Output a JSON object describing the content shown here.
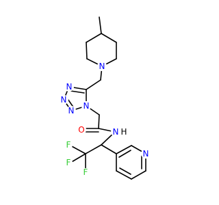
{
  "molecule": {
    "atoms": {
      "n_piperidine": {
        "label": "N",
        "color": "#0000ff"
      },
      "n1_tetrazole": {
        "label": "N",
        "color": "#0000ff"
      },
      "n2_tetrazole": {
        "label": "N",
        "color": "#0000ff"
      },
      "n3_tetrazole": {
        "label": "N",
        "color": "#0000ff"
      },
      "n4_tetrazole": {
        "label": "N",
        "color": "#0000ff"
      },
      "o_carbonyl": {
        "label": "O",
        "color": "#ff0000"
      },
      "n_amide": {
        "label": "N",
        "color": "#0000ff"
      },
      "h_amide": {
        "label": "H",
        "color": "#000000"
      },
      "f1": {
        "label": "F",
        "color": "#33cc33"
      },
      "f2": {
        "label": "F",
        "color": "#33cc33"
      },
      "f3": {
        "label": "F",
        "color": "#33cc33"
      },
      "n_pyridine": {
        "label": "N",
        "color": "#0000ff"
      }
    }
  }
}
